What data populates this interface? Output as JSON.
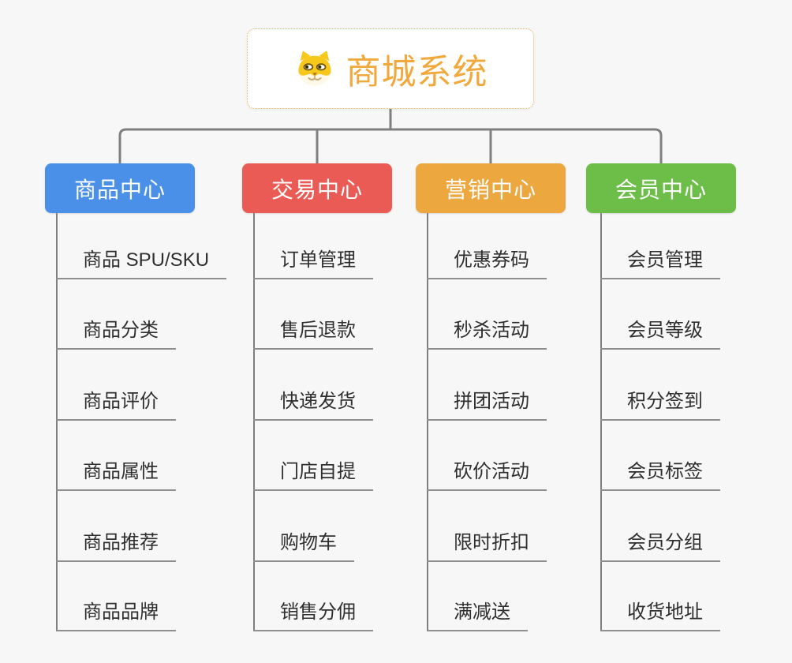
{
  "root": {
    "title": "商城系统",
    "title_color": "#F1A83C",
    "icon": "dog-face-icon",
    "border_color": "#EBAF60"
  },
  "colors": {
    "connector": "#7F7F7F",
    "underline": "#8F8F8F",
    "leaf_text": "#2F2F2F",
    "background": "#F7F7F7"
  },
  "branches": [
    {
      "label": "商品中心",
      "color": "#4A90E9",
      "items": [
        "商品 SPU/SKU",
        "商品分类",
        "商品评价",
        "商品属性",
        "商品推荐",
        "商品品牌"
      ]
    },
    {
      "label": "交易中心",
      "color": "#EA5B56",
      "items": [
        "订单管理",
        "售后退款",
        "快递发货",
        "门店自提",
        "购物车",
        "销售分佣"
      ]
    },
    {
      "label": "营销中心",
      "color": "#EDA73F",
      "items": [
        "优惠券码",
        "秒杀活动",
        "拼团活动",
        "砍价活动",
        "限时折扣",
        "满减送"
      ]
    },
    {
      "label": "会员中心",
      "color": "#6DBE48",
      "items": [
        "会员管理",
        "会员等级",
        "积分签到",
        "会员标签",
        "会员分组",
        "收货地址"
      ]
    }
  ]
}
